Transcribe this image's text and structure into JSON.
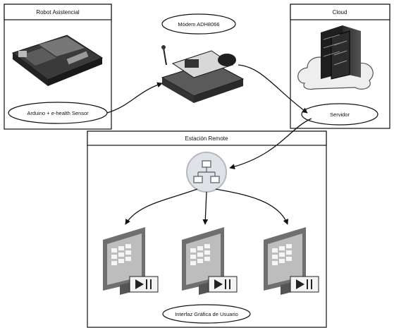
{
  "panels": {
    "robot": {
      "title": "Robot Asistencial",
      "node": "Arduino + e-health Sensor"
    },
    "modem": {
      "title": "Módem ADH8066"
    },
    "cloud": {
      "title": "Cloud",
      "node": "Servidor"
    },
    "station": {
      "title": "Estación Remote",
      "caption": "Interfaz Gráfica de Usuario"
    }
  },
  "colors": {
    "stroke": "#111111",
    "hub": "#dfe2e6",
    "cloud": "#eeeeee",
    "monitor": "#6f6f6f",
    "screen": "#bdbdbd"
  },
  "icons": [
    "arduino-board-icon",
    "modem-board-icon",
    "server-rack-icon",
    "cloud-icon",
    "network-hub-icon",
    "monitor-icon",
    "labview-logo-icon"
  ]
}
